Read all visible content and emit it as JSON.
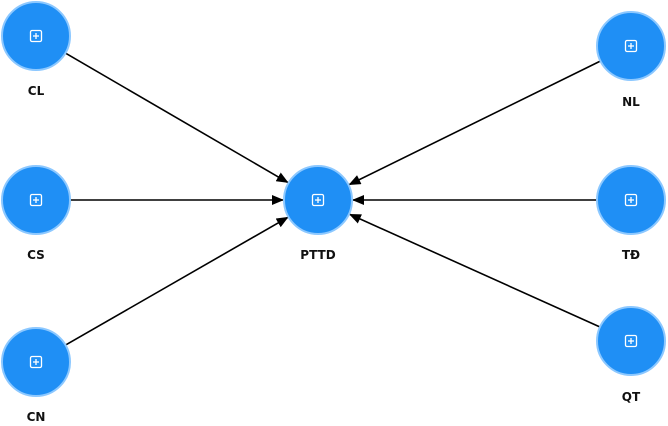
{
  "diagram": {
    "nodes": [
      {
        "id": "CL",
        "label": "CL",
        "icon": "expand-icon"
      },
      {
        "id": "CS",
        "label": "CS",
        "icon": "expand-icon"
      },
      {
        "id": "CN",
        "label": "CN",
        "icon": "expand-icon"
      },
      {
        "id": "PTTD",
        "label": "PTTD",
        "icon": "expand-icon"
      },
      {
        "id": "NL",
        "label": "NL",
        "icon": "expand-icon"
      },
      {
        "id": "TD",
        "label": "TĐ",
        "icon": "expand-icon"
      },
      {
        "id": "QT",
        "label": "QT",
        "icon": "expand-icon"
      }
    ],
    "edges": [
      {
        "from": "CL",
        "to": "PTTD"
      },
      {
        "from": "CS",
        "to": "PTTD"
      },
      {
        "from": "CN",
        "to": "PTTD"
      },
      {
        "from": "NL",
        "to": "PTTD"
      },
      {
        "from": "TD",
        "to": "PTTD"
      },
      {
        "from": "QT",
        "to": "PTTD"
      }
    ],
    "colors": {
      "node_fill": "#1f8ff5",
      "node_stroke": "#8cc8ff",
      "edge": "#000000",
      "label": "#111111"
    }
  }
}
